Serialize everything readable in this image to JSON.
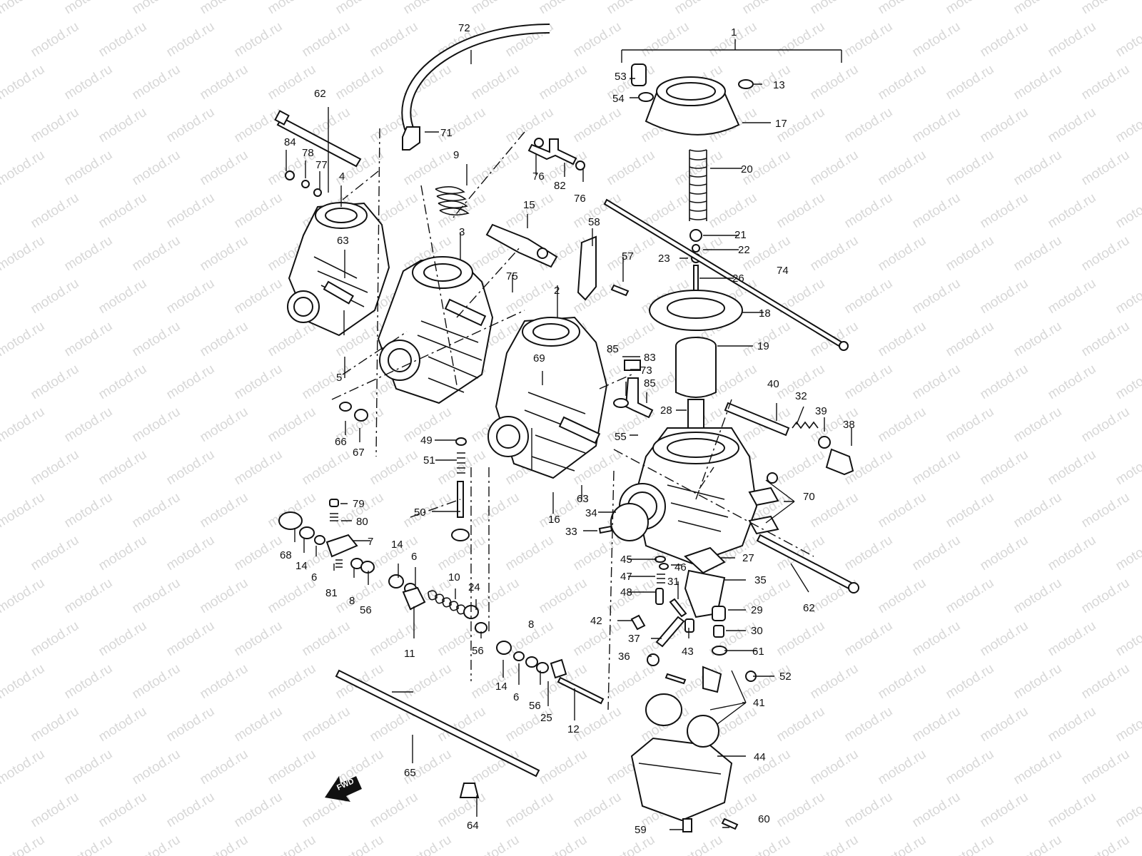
{
  "watermark": "motod.ru",
  "fwd_label": "FWD",
  "colors": {
    "ink": "#111111",
    "watermark": "#b8b8b8",
    "background": "#ffffff"
  },
  "callouts": {
    "1": "1",
    "2": "2",
    "3": "3",
    "4": "4",
    "5": "5",
    "6": "6",
    "7": "7",
    "8": "8",
    "9": "9",
    "10": "10",
    "11": "11",
    "12": "12",
    "13": "13",
    "14": "14",
    "15": "15",
    "16": "16",
    "17": "17",
    "18": "18",
    "19": "19",
    "20": "20",
    "21": "21",
    "22": "22",
    "23": "23",
    "24": "24",
    "25": "25",
    "26": "26",
    "27": "27",
    "28": "28",
    "29": "29",
    "30": "30",
    "31": "31",
    "32": "32",
    "33": "33",
    "34": "34",
    "35": "35",
    "36": "36",
    "37": "37",
    "38": "38",
    "39": "39",
    "40": "40",
    "41": "41",
    "42": "42",
    "43": "43",
    "44": "44",
    "45": "45",
    "46": "46",
    "47": "47",
    "48": "48",
    "49": "49",
    "50": "50",
    "51": "51",
    "52": "52",
    "53": "53",
    "54": "54",
    "55": "55",
    "56": "56",
    "57": "57",
    "58": "58",
    "59": "59",
    "60": "60",
    "61": "61",
    "62": "62",
    "63": "63",
    "64": "64",
    "65": "65",
    "66": "66",
    "67": "67",
    "68": "68",
    "69": "69",
    "70": "70",
    "71": "71",
    "72": "72",
    "73": "73",
    "74": "74",
    "75": "75",
    "76": "76",
    "77": "77",
    "78": "78",
    "79": "79",
    "80": "80",
    "81": "81",
    "82": "82",
    "83": "83",
    "84": "84",
    "85": "85"
  }
}
